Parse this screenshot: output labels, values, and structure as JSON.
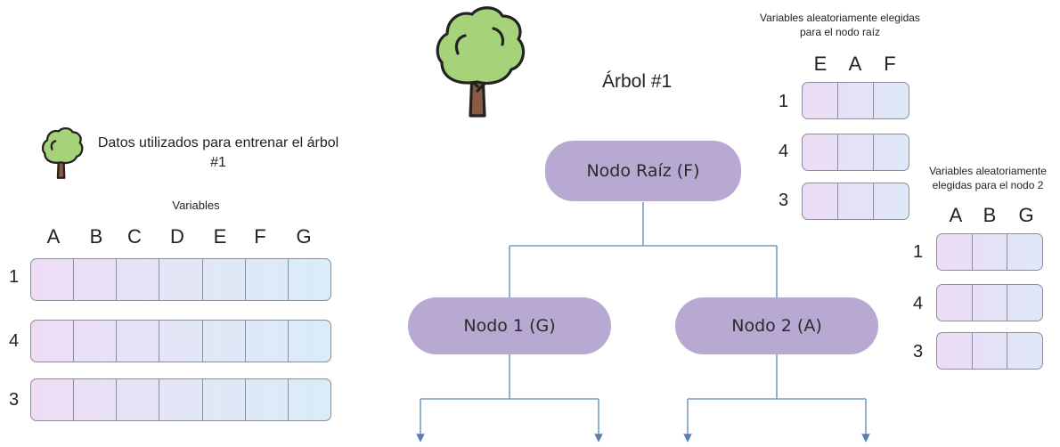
{
  "left_panel": {
    "title": "Datos utilizados para entrenar el árbol #1",
    "variables_label": "Variables",
    "letters": [
      "A",
      "B",
      "C",
      "D",
      "E",
      "F",
      "G"
    ],
    "rows": [
      "1",
      "4",
      "3"
    ]
  },
  "tree": {
    "title": "Árbol #1",
    "root": "Nodo Raíz (F)",
    "node1": "Nodo 1 (G)",
    "node2": "Nodo 2 (A)"
  },
  "root_vars": {
    "title": "Variables aleatoriamente elegidas para el nodo raíz",
    "letters": [
      "E",
      "A",
      "F"
    ],
    "rows": [
      "1",
      "4",
      "3"
    ]
  },
  "node2_vars": {
    "title": "Variables aleatoriamente elegidas para el nodo 2",
    "letters": [
      "A",
      "B",
      "G"
    ],
    "rows": [
      "1",
      "4",
      "3"
    ]
  },
  "colors": {
    "node_fill": "#b7a9d1",
    "connector": "#6f93b8",
    "tree_leaves": "#a6d27a",
    "tree_trunk": "#8a5a44"
  }
}
